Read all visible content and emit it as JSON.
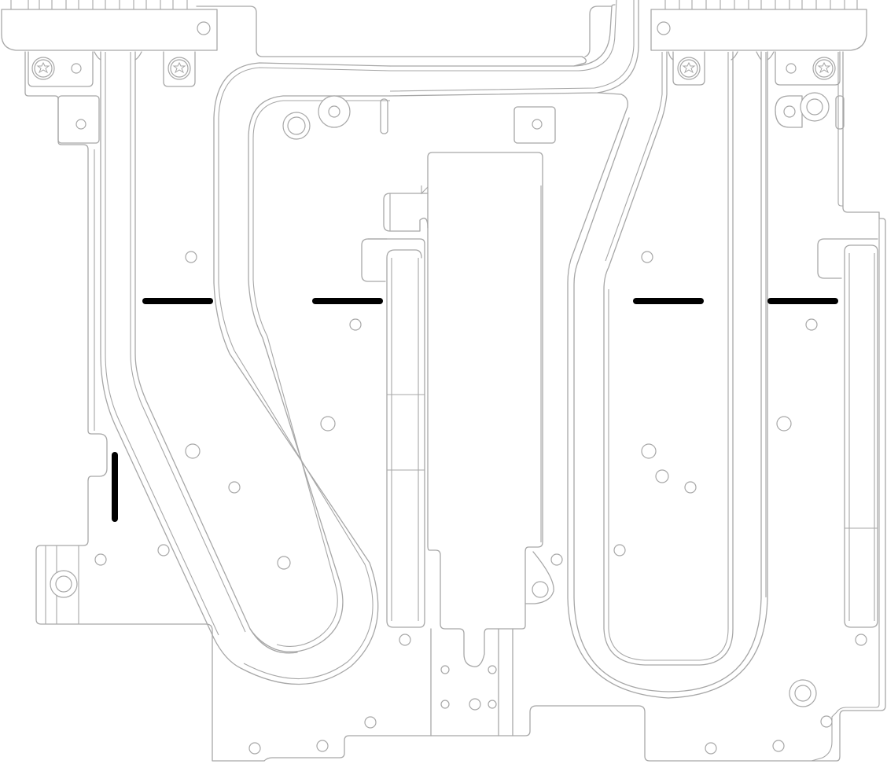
{
  "diagram": {
    "subject": "",
    "colors": {
      "outline": "#a7a7a7",
      "marker": "#000000",
      "background": "#ffffff"
    },
    "callout_marks": [
      {
        "id": "mark-1",
        "orientation": "horizontal"
      },
      {
        "id": "mark-2",
        "orientation": "horizontal"
      },
      {
        "id": "mark-3",
        "orientation": "horizontal"
      },
      {
        "id": "mark-4",
        "orientation": "horizontal"
      },
      {
        "id": "mark-5",
        "orientation": "vertical"
      }
    ],
    "screw_icons": [
      "screw-icon",
      "screw-icon",
      "screw-icon",
      "screw-icon"
    ]
  }
}
